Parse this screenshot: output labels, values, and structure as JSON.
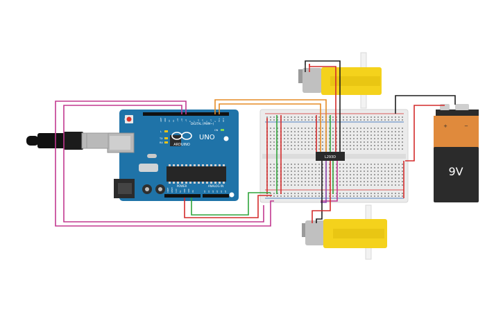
{
  "arduino": {
    "brand": "UNO",
    "logo_text": "ARDUINO",
    "digital_header": "DIGITAL (PWM~)",
    "power_label": "POWER",
    "analog_label": "ANALOG IN",
    "led_labels": [
      "L",
      "TX",
      "RX"
    ],
    "on_label": "ON",
    "pin_labels_top": [
      "AREF",
      "GND",
      "13",
      "12",
      "~11",
      "~10",
      "~9",
      "8",
      "7",
      "~6",
      "~5",
      "4",
      "~3",
      "2",
      "TX 1",
      "RX 0"
    ],
    "pin_labels_power": [
      "IOREF",
      "RESET",
      "3.3V",
      "5V",
      "GND",
      "GND",
      "Vin"
    ],
    "pin_labels_analog": [
      "A0",
      "A1",
      "A2",
      "A3",
      "A4",
      "A5"
    ]
  },
  "chip": {
    "label": "L293D"
  },
  "battery": {
    "label": "9V",
    "plus": "+",
    "minus": "−",
    "colors": {
      "top": "#e08a3c",
      "bottom": "#2b2b2b"
    }
  },
  "wire_colors": {
    "magenta": "#c2388f",
    "orange": "#e58a23",
    "red": "#d42a2a",
    "green": "#2ea33a",
    "black": "#1d1d1d"
  },
  "motor_colors": {
    "gearbox": "#f4d21c",
    "can": "#c0c0c0"
  },
  "board_color": "#1f73a8",
  "breadboard_color": "#ececec"
}
